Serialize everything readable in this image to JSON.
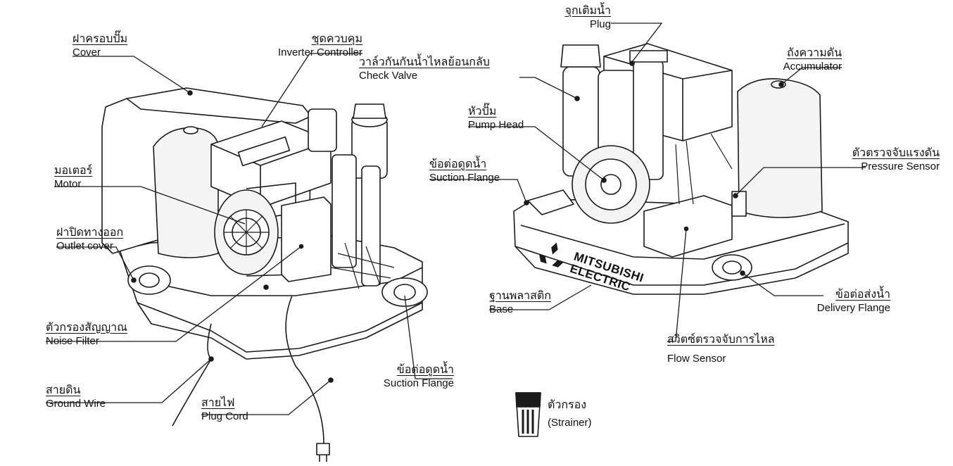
{
  "labels": {
    "cover": {
      "th": "ฝาครอบปั๊ม",
      "en": "Cover"
    },
    "inverter_controller": {
      "th": "ชุดควบคุม",
      "en": "Inverter Controller"
    },
    "motor": {
      "th": "มอเตอร์",
      "en": "Motor"
    },
    "outlet_cover": {
      "th": "ฝาปิดทางออก",
      "en": "Outlet cover"
    },
    "noise_filter": {
      "th": "ตัวกรองสัญญาณ",
      "en": "Noise Filter"
    },
    "ground_wire": {
      "th": "สายดิน",
      "en": "Ground Wire"
    },
    "plug_cord": {
      "th": "สายไฟ",
      "en": "Plug Cord"
    },
    "suction_flange_left": {
      "th": "ข้อต่อดูดน้ำ",
      "en": "Suction Flange"
    },
    "plug": {
      "th": "จุกเติมน้ำ",
      "en": "Plug"
    },
    "check_valve": {
      "th": "วาล์วกันกันน้ำไหลย้อนกลับ",
      "en": "Check Valve"
    },
    "accumulator": {
      "th": "ถังความดัน",
      "en": "Accumulator"
    },
    "pump_head": {
      "th": "หัวปั๊ม",
      "en": "Pump Head"
    },
    "suction_flange_right": {
      "th": "ข้อต่อดูดน้ำ",
      "en": "Suction Flange"
    },
    "pressure_sensor": {
      "th": "ตัวตรวจจับแรงดัน",
      "en": "Pressure Sensor"
    },
    "base": {
      "th": "ฐานพลาสติก",
      "en": "Base"
    },
    "delivery_flange": {
      "th": "ข้อต่อส่งน้ำ",
      "en": "Delivery Flange"
    },
    "flow_sensor": {
      "th": "สวิตซ์ตรวจจับการไหล",
      "en": "Flow Sensor"
    },
    "strainer": {
      "th": "ตัวกรอง",
      "en": "(Strainer)"
    }
  },
  "brand": {
    "line1": "MITSUBISHI",
    "line2": "ELECTRIC"
  },
  "colors": {
    "line": "#1a1a1a",
    "fill": "#ffffff",
    "shade": "#e6e6e6"
  }
}
